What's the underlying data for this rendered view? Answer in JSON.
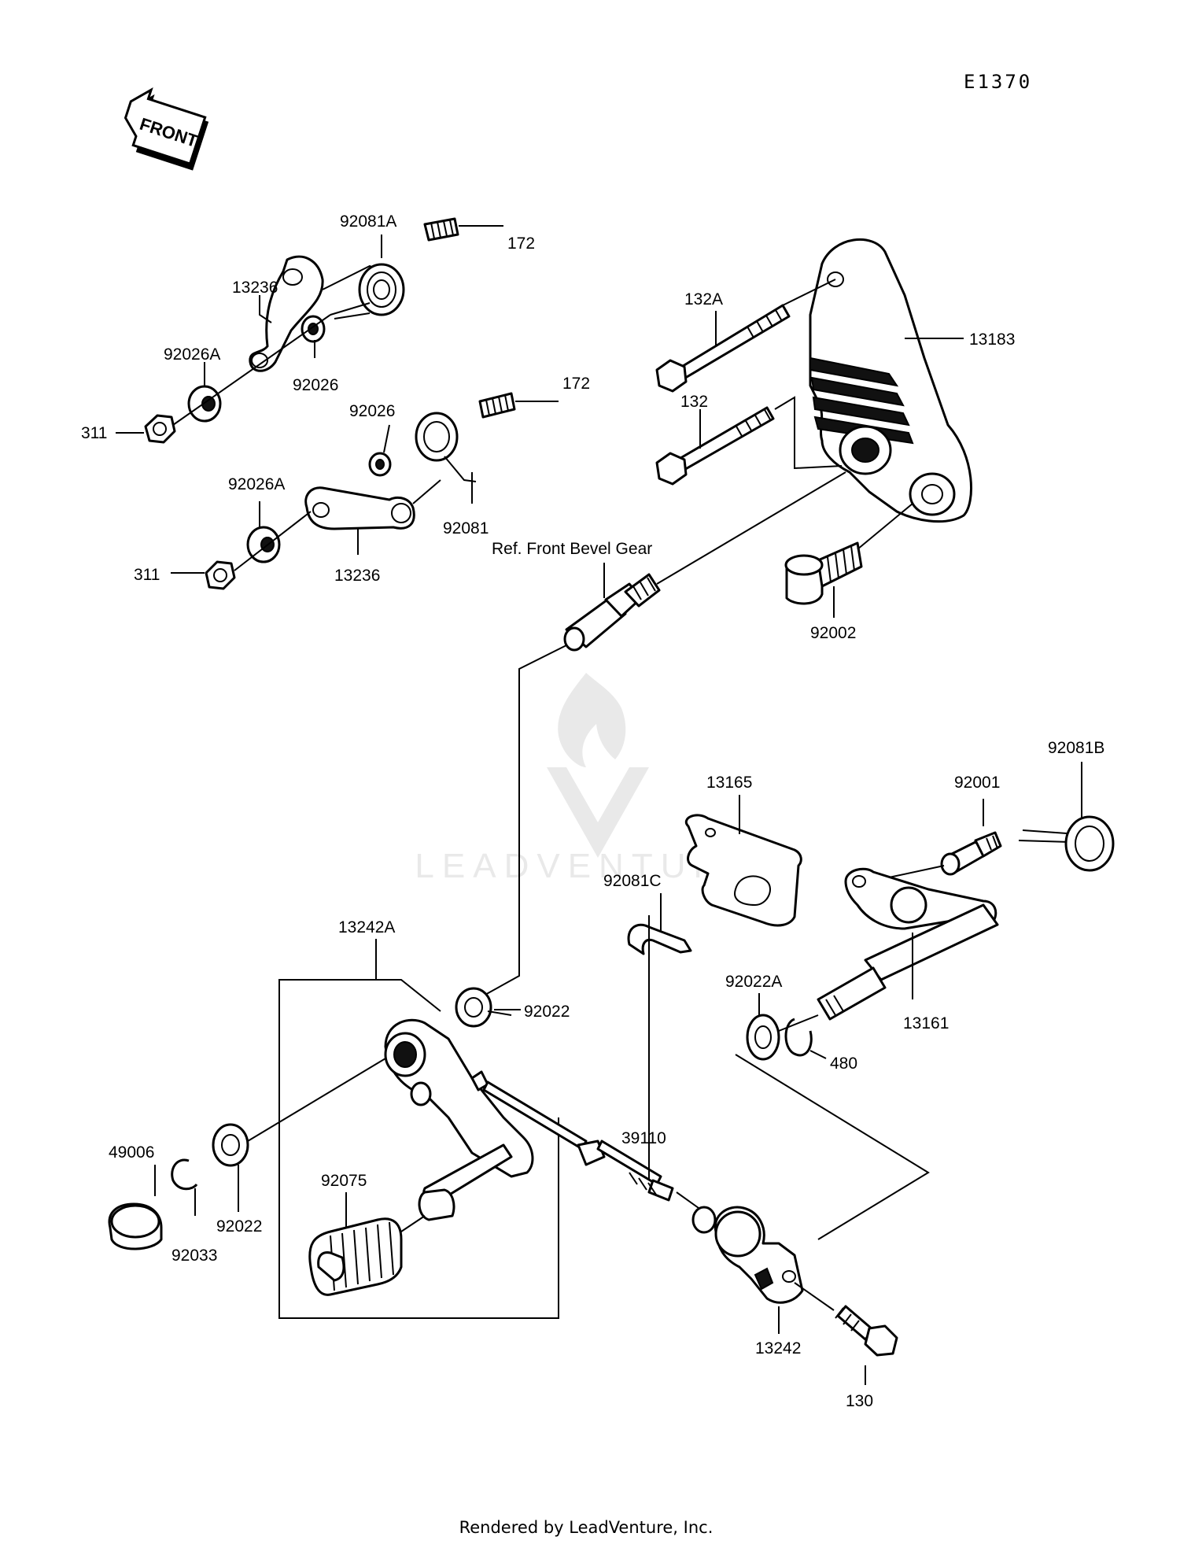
{
  "diagram_code": "E1370",
  "front_badge": "FRONT",
  "reference_note": "Ref. Front Bevel Gear",
  "watermark": "LEADVENTURE",
  "footer": "Rendered by LeadVenture, Inc.",
  "parts": {
    "p92081A": "92081A",
    "p172_top": "172",
    "p13236_top": "13236",
    "p92026A_top": "92026A",
    "p92026_top": "92026",
    "p311_top": "311",
    "p92026_mid": "92026",
    "p172_mid": "172",
    "p92026A_bot": "92026A",
    "p311_bot": "311",
    "p13236_bot": "13236",
    "p92081": "92081",
    "p132A": "132A",
    "p132": "132",
    "p13183": "13183",
    "p92002": "92002",
    "p13165": "13165",
    "p92001": "92001",
    "p92081B": "92081B",
    "p92081C": "92081C",
    "p13161": "13161",
    "p92022A": "92022A",
    "p480": "480",
    "p13242A": "13242A",
    "p92022_top": "92022",
    "p39110": "39110",
    "p49006": "49006",
    "p92075": "92075",
    "p92033": "92033",
    "p92022_bot": "92022",
    "p13242": "13242",
    "p130": "130"
  }
}
